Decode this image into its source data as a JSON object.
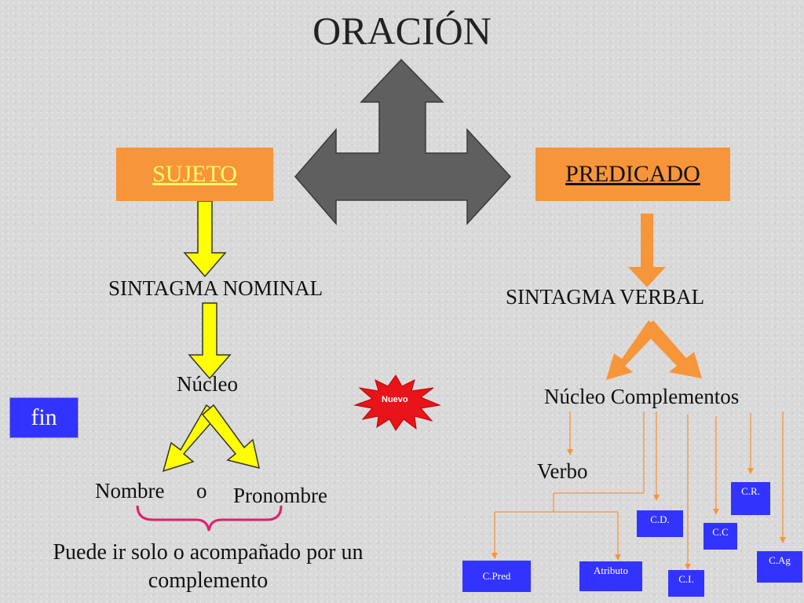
{
  "title": "ORACIÓN",
  "subject": {
    "label": "SUJETO",
    "phrase": "SINTAGMA NOMINAL",
    "core": "Núcleo"
  },
  "predicate": {
    "label": "PREDICADO",
    "phrase": "SINTAGMA VERBAL",
    "core_and_complements": "Núcleo Complementos",
    "verb": "Verbo"
  },
  "noun_options": {
    "noun": "Nombre",
    "or": "o",
    "pronoun": "Pronombre"
  },
  "note": "Puede ir solo o acompañado por un complemento",
  "fin_button": "fin",
  "new_badge": "Nuevo",
  "complements": {
    "cr": "C.R.",
    "cd": "C.D.",
    "cc": "C.C",
    "cag": "C.Ag",
    "ci": "C.I.",
    "cpred": "C.Pred",
    "atributo": "Atributo"
  },
  "colors": {
    "orange_box": "#f7953a",
    "yellow_arrow": "#ffff00",
    "gray_arrow": "#5f5f5f",
    "blue_box": "#3333ff",
    "brace": "#e0206a"
  }
}
